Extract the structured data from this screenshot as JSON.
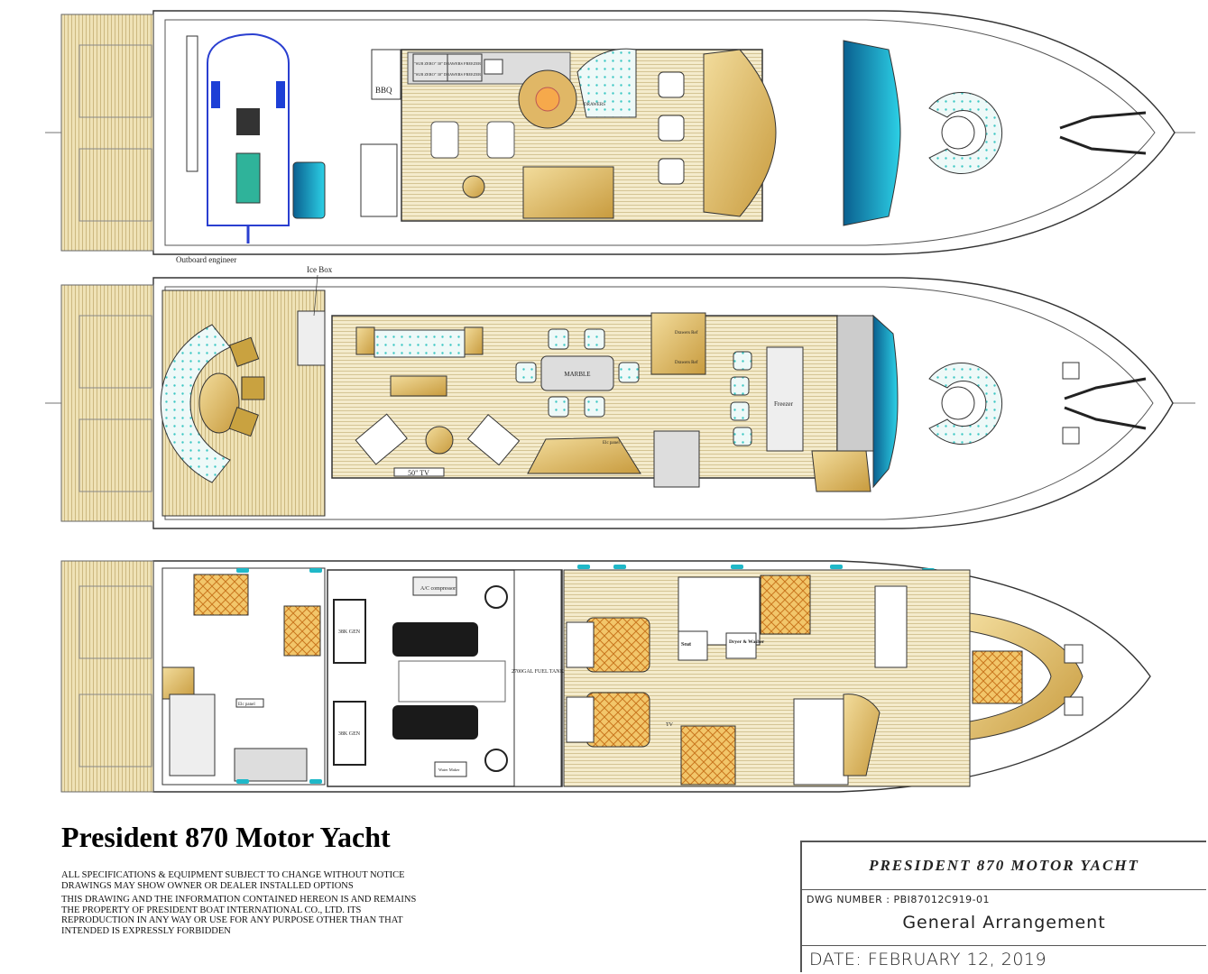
{
  "drawing": {
    "title": "President 870 Motor Yacht",
    "notes": [
      "ALL SPECIFICATIONS & EQUIPMENT SUBJECT TO CHANGE WITHOUT NOTICE",
      "DRAWINGS MAY SHOW OWNER OR DEALER INSTALLED OPTIONS",
      "THIS DRAWING AND THE INFORMATION CONTAINED HEREON IS AND REMAINS THE PROPERTY OF PRESIDENT BOAT INTERNATIONAL  CO., LTD. ITS REPRODUCTION IN ANY WAY OR USE FOR ANY PURPOSE OTHER THAN THAT INTENDED IS EXPRESSLY FORBIDDEN"
    ]
  },
  "title_block": {
    "name": "PRESIDENT 870   MOTOR YACHT",
    "dwg_number": "DWG NUMBER : PBI87012C919-01",
    "sheet_title": "General Arrangement",
    "date": "DATE: FEBRUARY 12, 2019"
  },
  "flybridge": {
    "outboard": "Outboard engineer",
    "bbq": "BBQ",
    "freezer1": "\"SUB ZERO\" 30\" DRAWERS FREEZER",
    "freezer2": "\"SUB ZERO\" 30\" DRAWERS FREEZER",
    "drawers": "DRAWERS"
  },
  "main_deck": {
    "ice_box": "Ice Box",
    "marble": "MARBLE",
    "drawers_ref1": "Drawers Ref",
    "drawers_ref2": "Drawers Ref",
    "freezer": "Freezer",
    "tv": "50\" TV",
    "elc_panel": "Elc panel"
  },
  "lower_deck": {
    "gen1": "38K GEN",
    "gen2": "38K GEN",
    "ac": "A/C compressor",
    "fuel": "2700GAL FUEL TANK",
    "dryer": "Dryer & Washer",
    "tv": "TV",
    "seat": "Seat",
    "elc_panel": "Elc panel",
    "water_maker": "Water Maker"
  },
  "colors": {
    "teak": "#efe4bd",
    "gold": "#d8b15a",
    "glass": "#1ea6c6",
    "cushion": "#e7f8f6",
    "tender": "#2a3fd0"
  }
}
